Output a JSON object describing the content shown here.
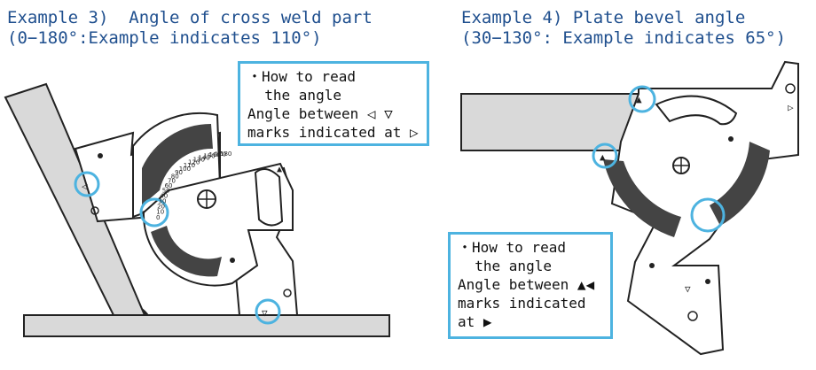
{
  "example3": {
    "title_line1": "Example 3)  Angle of cross weld part",
    "title_line2": "(0−180°:Example indicates 110°)",
    "note": {
      "lines": [
        "・How to read",
        "  the angle",
        "Angle between ◁ ▽",
        "marks indicated at ▷"
      ]
    },
    "scale_numbers": [
      "0",
      "10",
      "20",
      "30",
      "40",
      "50",
      "60",
      "70",
      "80",
      "90",
      "100",
      "110",
      "120",
      "130",
      "140",
      "150",
      "160",
      "170",
      "180"
    ]
  },
  "example4": {
    "title_line1": "Example 4) Plate bevel angle",
    "title_line2": "(30−130°: Example indicates 65°)",
    "note": {
      "lines": [
        "・How to read",
        "  the angle",
        "Angle between ▲◀",
        "marks indicated",
        "at ▶"
      ]
    }
  },
  "colors": {
    "heading": "#1f4f8e",
    "highlight_circle": "#4db3e0",
    "part_fill": "#d9d9d9",
    "outline": "#222222"
  }
}
